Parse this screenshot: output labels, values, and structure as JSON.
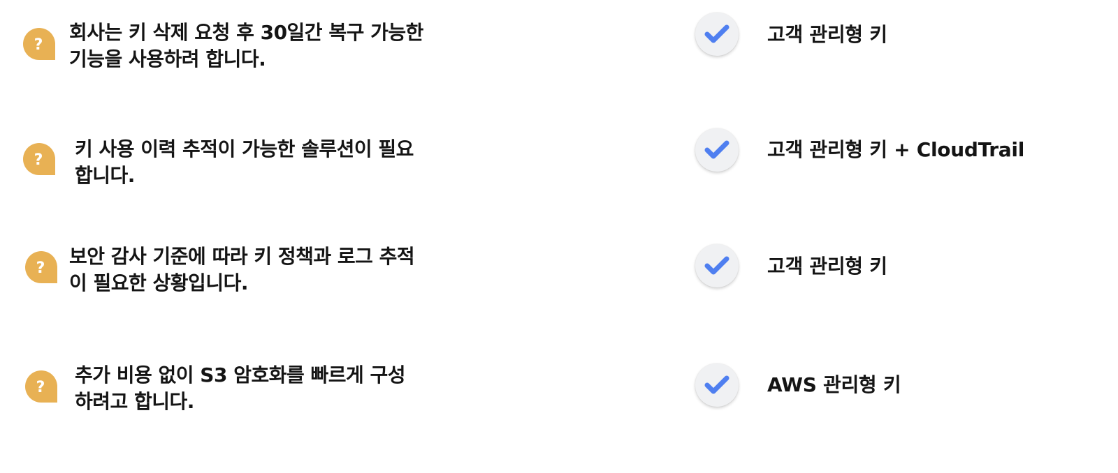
{
  "colors": {
    "question_icon": "#e8b154",
    "check_mark": "#4f7ff0",
    "check_badge_bg": "#f0f1f3",
    "text": "#141414"
  },
  "icons": {
    "question": "question-bubble-icon",
    "answer": "checkmark-icon"
  },
  "items": [
    {
      "question_line1": "회사는 키 삭제 요청 후 30일간 복구 가능한",
      "question_line2": "기능을 사용하려 합니다.",
      "answer": "고객 관리형 키"
    },
    {
      "question_line1": "키 사용 이력 추적이 가능한 솔루션이 필요",
      "question_line2": "합니다.",
      "answer": "고객 관리형 키 + CloudTrail"
    },
    {
      "question_line1": "보안 감사 기준에 따라 키 정책과 로그 추적",
      "question_line2": "이 필요한 상황입니다.",
      "answer": "고객 관리형 키"
    },
    {
      "question_line1": "추가 비용 없이 S3 암호화를 빠르게 구성",
      "question_line2": "하려고 합니다.",
      "answer": "AWS 관리형 키"
    }
  ]
}
